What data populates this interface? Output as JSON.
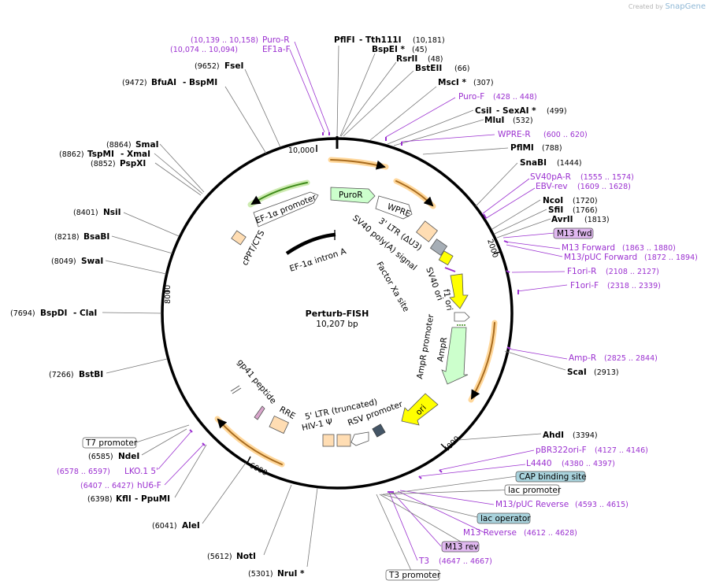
{
  "credit": {
    "prefix": "Created by",
    "brand": "SnapGene"
  },
  "plasmid": {
    "name": "Perturb-FISH",
    "size": "10,207 bp"
  },
  "ticks": [
    "10,000",
    "2000",
    "4000",
    "6000",
    "8000"
  ],
  "enzymes": [
    {
      "name": "PflFI",
      "name2": "Tth111I",
      "pos": "(10,181)"
    },
    {
      "name": "BspEI *",
      "pos": "(45)"
    },
    {
      "name": "RsrII",
      "pos": "(48)"
    },
    {
      "name": "BstEII",
      "pos": "(66)"
    },
    {
      "name": "MscI *",
      "pos": "(307)"
    },
    {
      "name": "CsiI",
      "name2": "SexAI *",
      "pos": "(499)"
    },
    {
      "name": "MluI",
      "pos": "(532)"
    },
    {
      "name": "PflMI",
      "pos": "(788)"
    },
    {
      "name": "SnaBI",
      "pos": "(1444)"
    },
    {
      "name": "NcoI",
      "pos": "(1720)"
    },
    {
      "name": "SfiI",
      "pos": "(1766)"
    },
    {
      "name": "AvrII",
      "pos": "(1813)"
    },
    {
      "name": "ScaI",
      "pos": "(2913)"
    },
    {
      "name": "AhdI",
      "pos": "(3394)"
    },
    {
      "name": "NruI *",
      "pos": "(5301)"
    },
    {
      "name": "NotI",
      "pos": "(5612)"
    },
    {
      "name": "AleI",
      "pos": "(6041)"
    },
    {
      "name": "KflI",
      "name2": "PpuMI",
      "pos": "(6398)"
    },
    {
      "name": "NdeI",
      "pos": "(6585)"
    },
    {
      "name": "BstBI",
      "pos": "(7266)"
    },
    {
      "name": "BspDI",
      "name2": "ClaI",
      "pos": "(7694)"
    },
    {
      "name": "SwaI",
      "pos": "(8049)"
    },
    {
      "name": "BsaBI",
      "pos": "(8218)"
    },
    {
      "name": "NsiI",
      "pos": "(8401)"
    },
    {
      "name": "PspXI",
      "pos": "(8852)"
    },
    {
      "name": "TspMI",
      "name2": "XmaI",
      "pos": "(8862)"
    },
    {
      "name": "SmaI",
      "pos": "(8864)"
    },
    {
      "name": "BfuAI",
      "name2": "BspMI",
      "pos": "(9472)"
    },
    {
      "name": "FseI",
      "pos": "(9652)"
    }
  ],
  "primers": [
    {
      "name": "Puro-R",
      "range": "(10,139 .. 10,158)"
    },
    {
      "name": "EF1a-F",
      "range": "(10,074 .. 10,094)"
    },
    {
      "name": "Puro-F",
      "range": "(428 .. 448)"
    },
    {
      "name": "WPRE-R",
      "range": "(600 .. 620)"
    },
    {
      "name": "SV40pA-R",
      "range": "(1555 .. 1574)"
    },
    {
      "name": "EBV-rev",
      "range": "(1609 .. 1628)"
    },
    {
      "name": "M13 Forward",
      "range": "(1863 .. 1880)"
    },
    {
      "name": "M13/pUC Forward",
      "range": "(1872 .. 1894)"
    },
    {
      "name": "F1ori-R",
      "range": "(2108 .. 2127)"
    },
    {
      "name": "F1ori-F",
      "range": "(2318 .. 2339)"
    },
    {
      "name": "Amp-R",
      "range": "(2825 .. 2844)"
    },
    {
      "name": "pBR322ori-F",
      "range": "(4127 .. 4146)"
    },
    {
      "name": "L4440",
      "range": "(4380 .. 4397)"
    },
    {
      "name": "M13/pUC Reverse",
      "range": "(4593 .. 4615)"
    },
    {
      "name": "M13 Reverse",
      "range": "(4612 .. 4628)"
    },
    {
      "name": "T3",
      "range": "(4647 .. 4667)"
    },
    {
      "name": "LKO.1 5'",
      "range": "(6578 .. 6597)"
    },
    {
      "name": "hU6-F",
      "range": "(6407 .. 6427)"
    }
  ],
  "boxed_labels": {
    "m13_fwd": "M13 fwd",
    "cap": "CAP binding site",
    "lac_promoter": "lac promoter",
    "lac_operator": "lac operator",
    "m13_rev": "M13 rev",
    "t3_promoter": "T3 promoter",
    "t7_promoter": "T7 promoter"
  },
  "features": {
    "puror": "PuroR",
    "wpre": "WPRE",
    "ltr3": "3' LTR (ΔU3)",
    "sv40pa": "SV40 poly(A) signal",
    "factor_xa": "Factor Xa site",
    "sv40ori": "SV40 ori",
    "f1ori": "f1 ori",
    "ampr_promoter": "AmpR promoter",
    "ampr": "AmpR",
    "ori": "ori",
    "ltr5": "5' LTR (truncated)",
    "hiv_psi": "HIV-1 Ψ",
    "rsv": "RSV promoter",
    "rre": "RRE",
    "gp41": "gp41 peptide",
    "cppt": "cPPT/CTS",
    "ef1a_promoter": "EF-1α promoter",
    "ef1a_intron": "EF-1α intron A"
  },
  "colors": {
    "backbone": "#000000",
    "enzyme_text": "#000000",
    "primer": "#9b30d0",
    "puror": "#ccffcc",
    "ampr": "#ccffcc",
    "ef1a_promoter": "#ffffff",
    "yellow": "#ffff00",
    "peach": "#ffddb3",
    "orf_orange": "#c98a2a",
    "green_arrow": "#66bb33",
    "grey_box": "#a6aeb6",
    "primer_box": "#e0b8f0",
    "blue_box": "#a9d3dd"
  }
}
